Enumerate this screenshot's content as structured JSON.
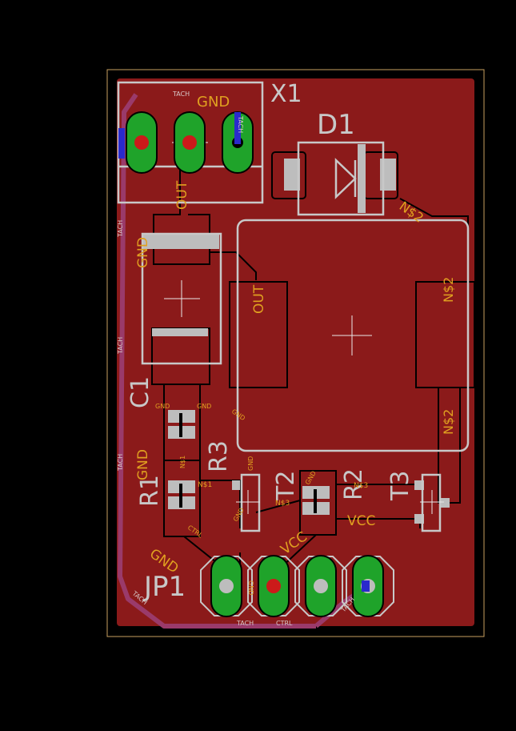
{
  "labels": {
    "x1": "X1",
    "d1": "D1",
    "c1": "C1",
    "r3": "R3",
    "r1": "R1",
    "r2": "R2",
    "t2": "T2",
    "t3": "T3",
    "jp1": "JP1"
  },
  "nets": {
    "gnd": "GND",
    "out": "OUT",
    "tach": "TACH",
    "ns2": "N$2",
    "ns1": "N$1",
    "ns3": "N$3",
    "vcc": "VCC",
    "ctrl": "CTRL"
  },
  "colors": {
    "background": "#000000",
    "copper_fill": "#8b1a1a",
    "board_outline": "#c8a060",
    "trace_bottom": "#9a3a6a",
    "pad_green": "#1fa32a",
    "silk": "#c8c8c8",
    "net_label": "#e0a020"
  }
}
